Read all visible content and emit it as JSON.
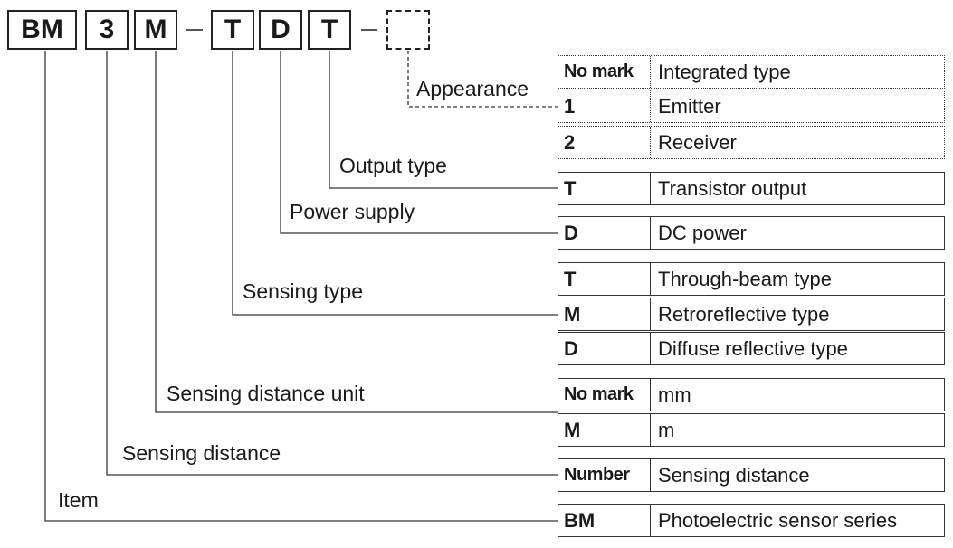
{
  "model_code": {
    "segments": [
      "BM",
      "3",
      "M",
      "T",
      "D",
      "T",
      ""
    ],
    "separator": "–"
  },
  "fields": [
    {
      "label": "Appearance",
      "options": [
        {
          "code": "No mark",
          "desc": "Integrated type"
        },
        {
          "code": "1",
          "desc": "Emitter"
        },
        {
          "code": "2",
          "desc": "Receiver"
        }
      ]
    },
    {
      "label": "Output type",
      "options": [
        {
          "code": "T",
          "desc": "Transistor output"
        }
      ]
    },
    {
      "label": "Power supply",
      "options": [
        {
          "code": "D",
          "desc": "DC power"
        }
      ]
    },
    {
      "label": "Sensing type",
      "options": [
        {
          "code": "T",
          "desc": "Through-beam type"
        },
        {
          "code": "M",
          "desc": "Retroreflective type"
        },
        {
          "code": "D",
          "desc": "Diffuse reflective type"
        }
      ]
    },
    {
      "label": "Sensing distance unit",
      "options": [
        {
          "code": "No mark",
          "desc": "mm"
        },
        {
          "code": "M",
          "desc": "m"
        }
      ]
    },
    {
      "label": "Sensing distance",
      "options": [
        {
          "code": "Number",
          "desc": "Sensing distance"
        }
      ]
    },
    {
      "label": "Item",
      "options": [
        {
          "code": "BM",
          "desc": "Photoelectric sensor series"
        }
      ]
    }
  ]
}
